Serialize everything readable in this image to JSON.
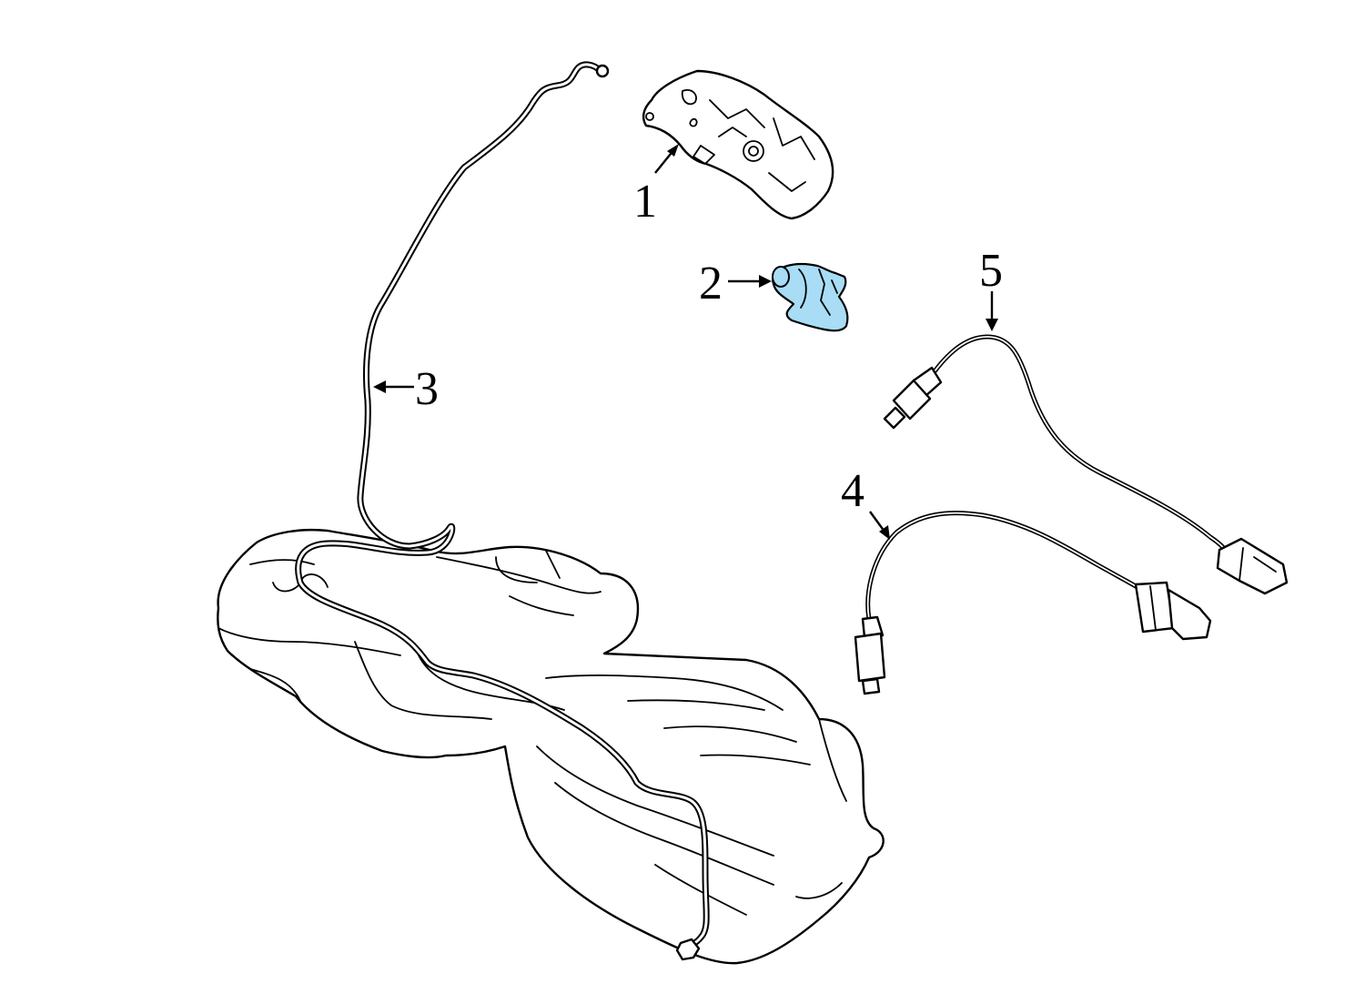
{
  "diagram": {
    "highlight_color": "#a8ddf5",
    "callouts": [
      {
        "id": "1",
        "label": "1",
        "part": "bracket"
      },
      {
        "id": "2",
        "label": "2",
        "part": "sensor"
      },
      {
        "id": "3",
        "label": "3",
        "part": "hose"
      },
      {
        "id": "4",
        "label": "4",
        "part": "oxygen-sensor-lower"
      },
      {
        "id": "5",
        "label": "5",
        "part": "oxygen-sensor-upper"
      }
    ]
  }
}
